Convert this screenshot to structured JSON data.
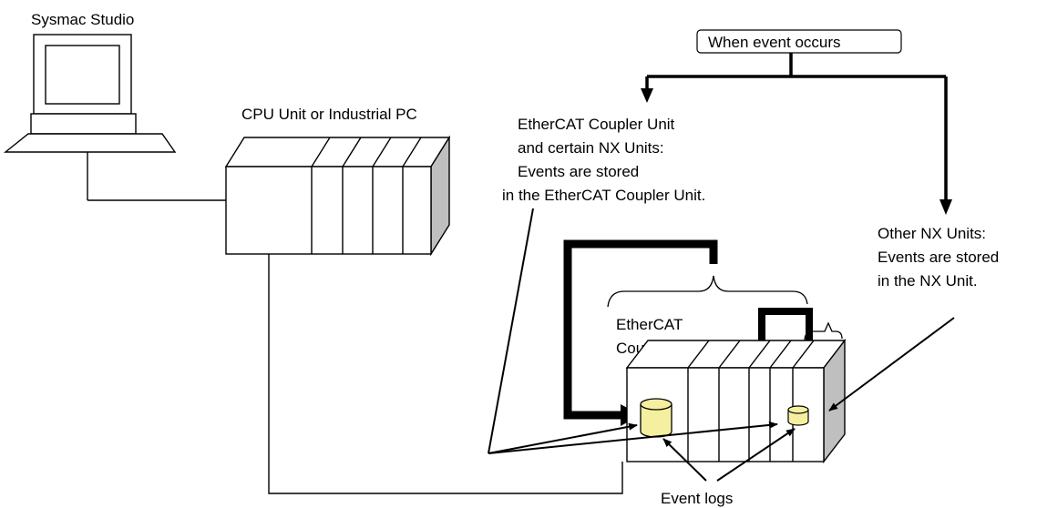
{
  "labels": {
    "sysmac_studio": "Sysmac Studio",
    "cpu_unit": "CPU Unit or Industrial PC",
    "when_event": "When event occurs",
    "coupler_note": [
      "EtherCAT Coupler Unit",
      "and certain NX Units:",
      "Events are stored",
      "in the EtherCAT Coupler Unit."
    ],
    "other_note": [
      "Other NX Units:",
      "Events are stored",
      "in the NX Unit."
    ],
    "coupler_unit": [
      "EtherCAT",
      "Coupler Unit"
    ],
    "event_logs": "Event logs"
  },
  "colors": {
    "line": "#000000",
    "unit_fill": "#ffffff",
    "side_fill": "#bfbfbf",
    "log_fill": "#f5efa0"
  },
  "icons": [
    "computer-icon",
    "database-icon"
  ]
}
